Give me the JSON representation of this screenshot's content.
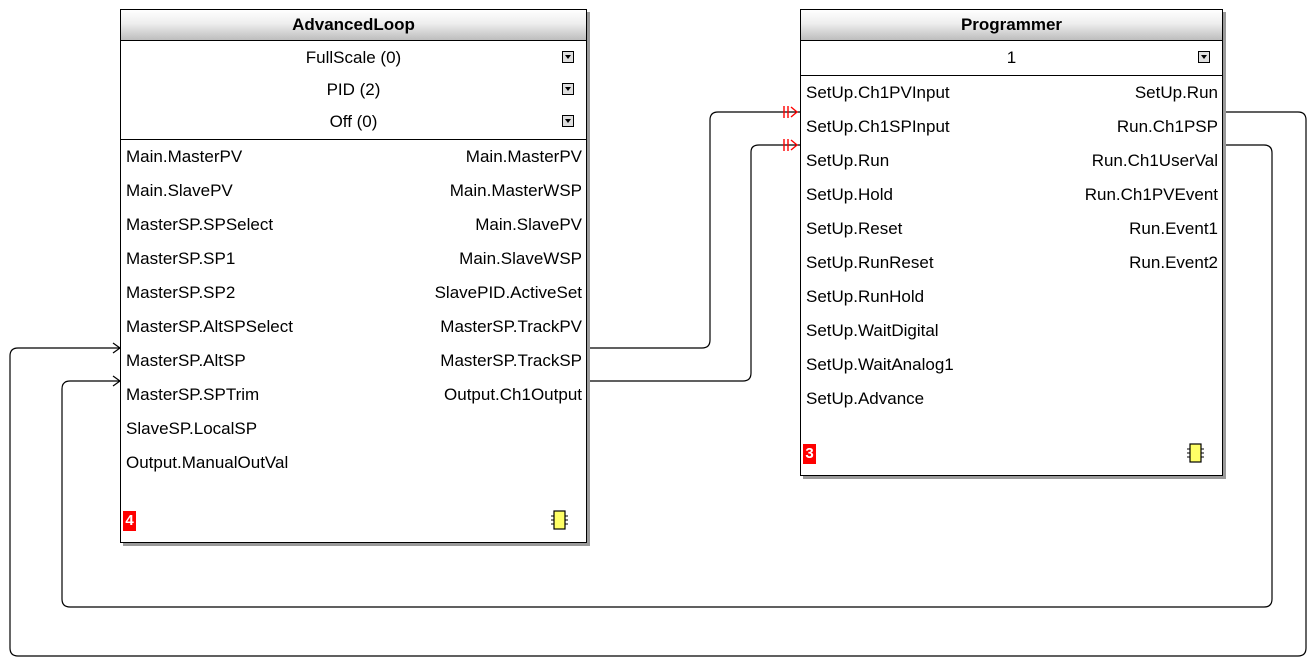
{
  "advanced_loop": {
    "title": "AdvancedLoop",
    "params": [
      "FullScale (0)",
      "PID (2)",
      "Off (0)"
    ],
    "inputs": [
      "Main.MasterPV",
      "Main.SlavePV",
      "MasterSP.SPSelect",
      "MasterSP.SP1",
      "MasterSP.SP2",
      "MasterSP.AltSPSelect",
      "MasterSP.AltSP",
      "MasterSP.SPTrim",
      "SlaveSP.LocalSP",
      "Output.ManualOutVal"
    ],
    "outputs": [
      "Main.MasterPV",
      "Main.MasterWSP",
      "Main.SlavePV",
      "Main.SlaveWSP",
      "SlavePID.ActiveSet",
      "MasterSP.TrackPV",
      "MasterSP.TrackSP",
      "Output.Ch1Output"
    ],
    "block_number": "4"
  },
  "programmer": {
    "title": "Programmer",
    "params": [
      "1"
    ],
    "inputs": [
      "SetUp.Ch1PVInput",
      "SetUp.Ch1SPInput",
      "SetUp.Run",
      "SetUp.Hold",
      "SetUp.Reset",
      "SetUp.RunReset",
      "SetUp.RunHold",
      "SetUp.WaitDigital",
      "SetUp.WaitAnalog1",
      "SetUp.Advance"
    ],
    "outputs": [
      "SetUp.Run",
      "Run.Ch1PSP",
      "Run.Ch1UserVal",
      "Run.Ch1PVEvent",
      "Run.Event1",
      "Run.Event2"
    ],
    "block_number": "3"
  },
  "colors": {
    "block_number_bg": "#ff0000",
    "wire": "#000000",
    "break_marker": "#ff0000",
    "icon_fill": "#ffff66"
  },
  "icons": [
    "dropdown-arrow-icon",
    "function-block-icon"
  ]
}
